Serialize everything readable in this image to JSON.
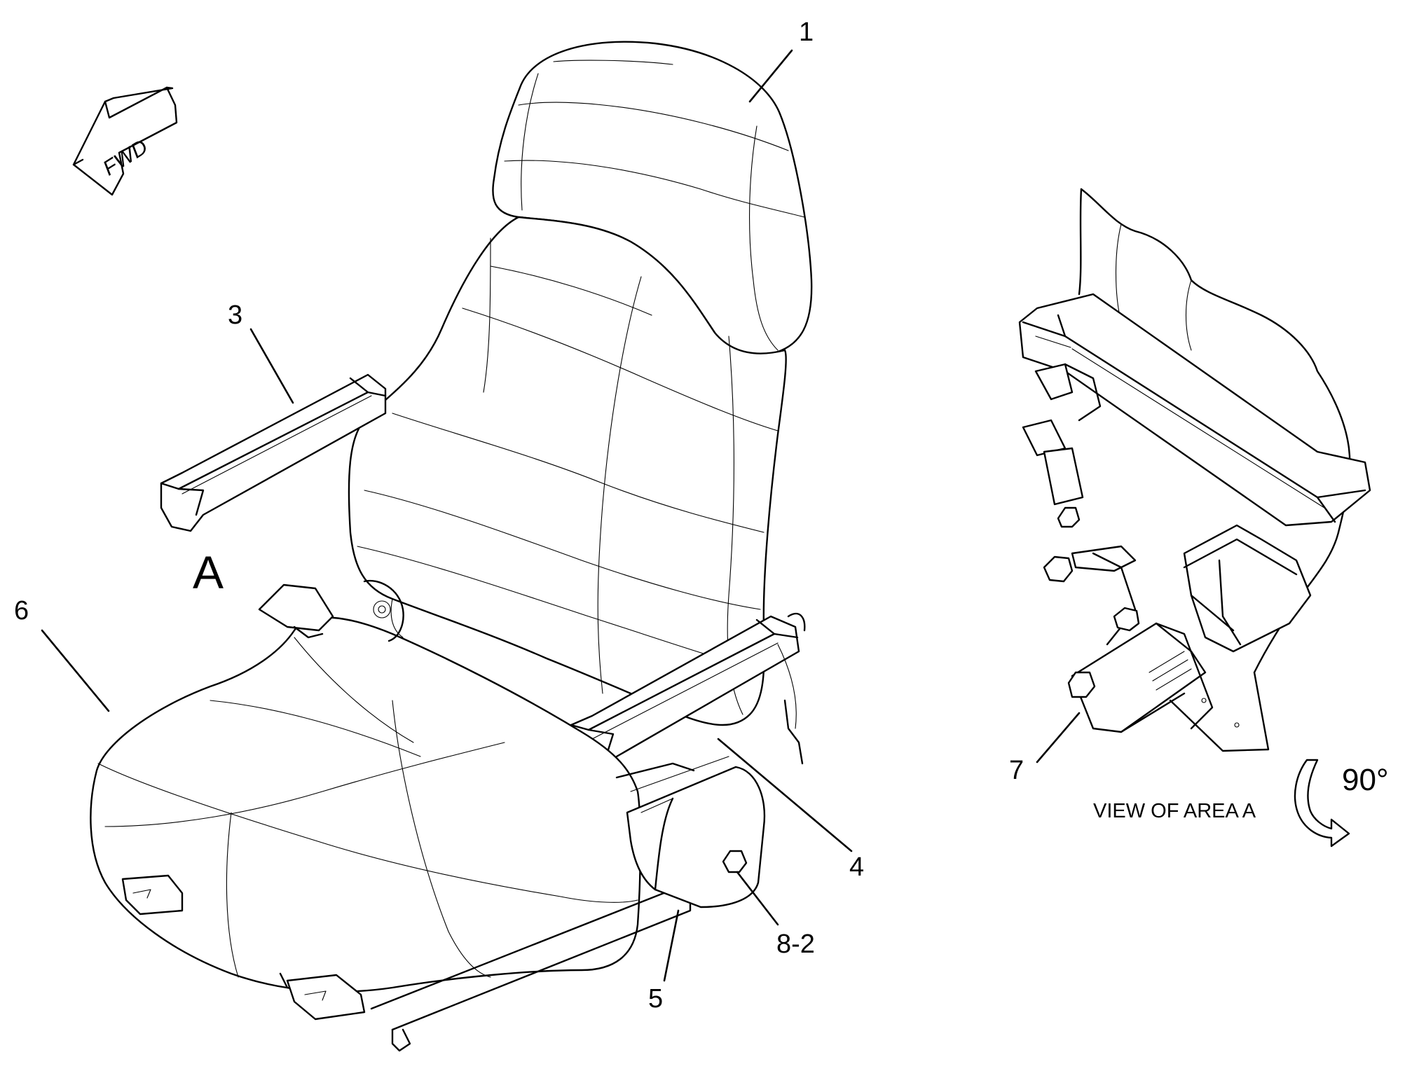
{
  "diagram": {
    "fwd_label": "FWD",
    "area_label": "A",
    "view_label": "VIEW OF AREA A",
    "rotation_label": "90°",
    "callouts": [
      {
        "id": "1",
        "text": "1"
      },
      {
        "id": "3",
        "text": "3"
      },
      {
        "id": "4",
        "text": "4"
      },
      {
        "id": "5",
        "text": "5"
      },
      {
        "id": "6",
        "text": "6"
      },
      {
        "id": "7",
        "text": "7"
      },
      {
        "id": "8-2",
        "text": "8-2"
      }
    ],
    "icons": [
      "fwd-arrow-icon",
      "rotate-arrow-icon"
    ],
    "colors": {
      "line": "#000000",
      "background": "#ffffff"
    }
  }
}
